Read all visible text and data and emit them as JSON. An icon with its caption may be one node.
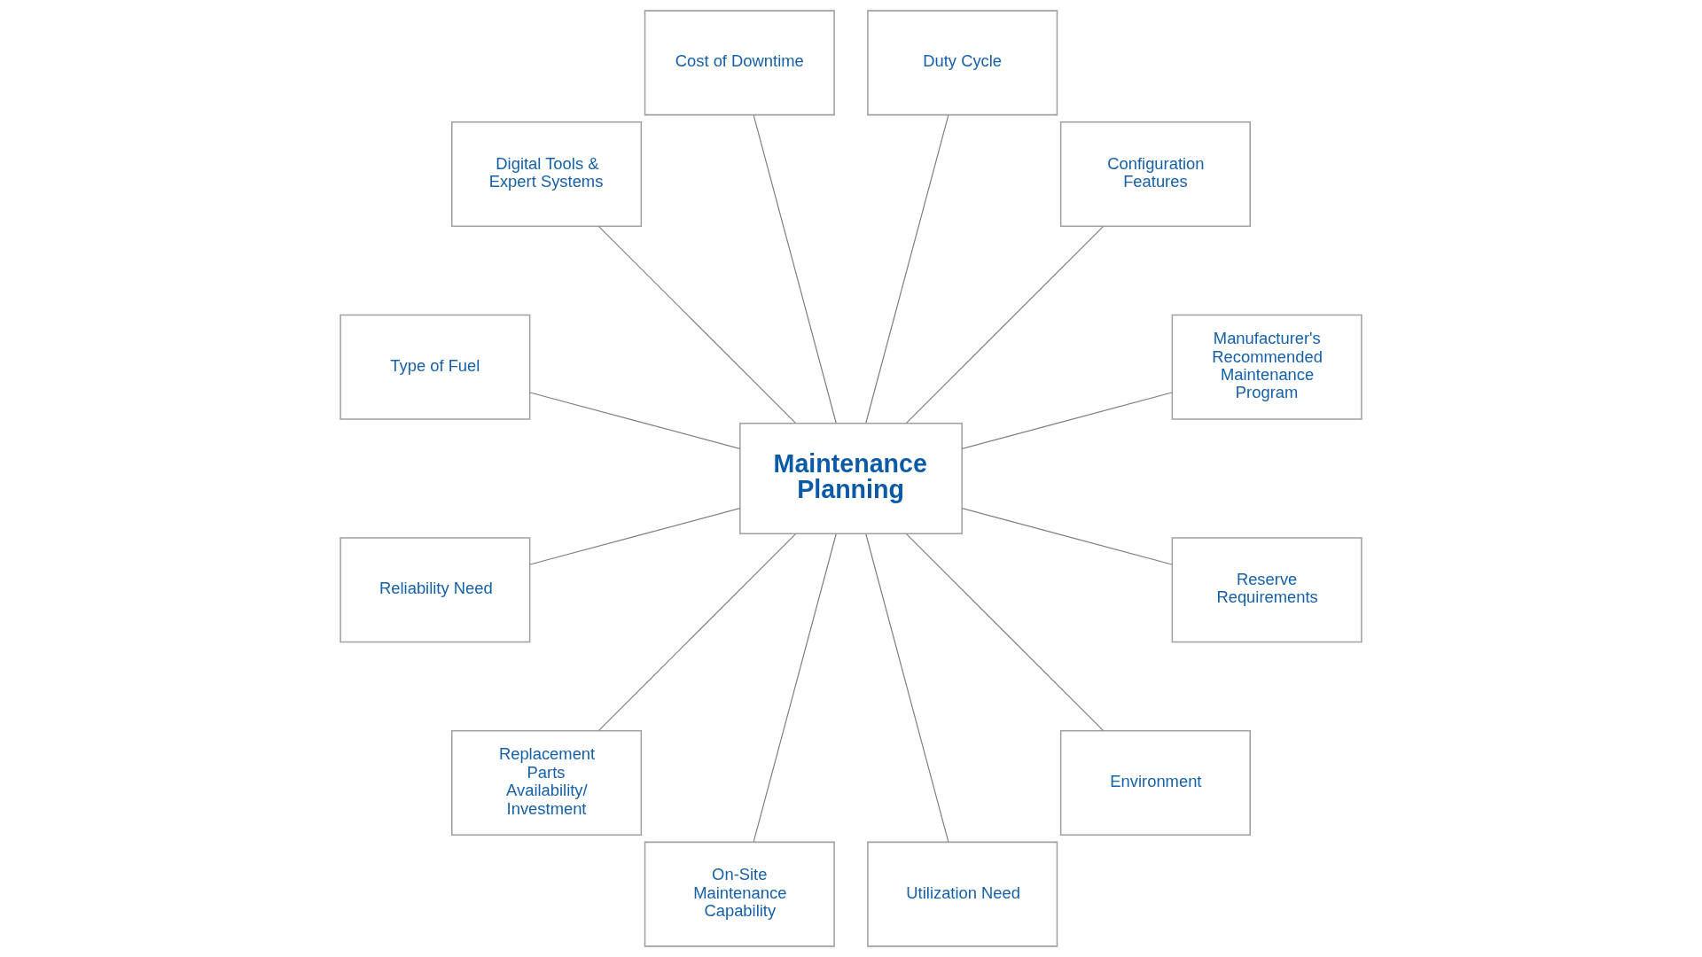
{
  "diagram": {
    "nodes": [
      {
        "text": [
          "Manufacturer's Recommended Maintenance Program"
        ]
      },
      {
        "text": [
          "Configuration Features"
        ]
      },
      {
        "text": [
          "Duty Cycle"
        ]
      },
      {
        "text": [
          "Cost of Downtime"
        ]
      },
      {
        "text": [
          "Digital Tools & Expert Systems"
        ]
      },
      {
        "text": [
          "Maintenance Planning"
        ]
      },
      {
        "text": [
          "Type of Fuel"
        ]
      },
      {
        "text": [
          "Reliability Need"
        ]
      },
      {
        "text": [
          "Replacement Parts Availability/ Investment"
        ]
      },
      {
        "text": [
          "On-Site Maintenance Capability"
        ]
      },
      {
        "text": [
          "Utilization Need"
        ]
      },
      {
        "text": [
          "Environment"
        ]
      },
      {
        "text": [
          "Reserve Requirements"
        ]
      }
    ],
    "edges": [
      {
        "from": 5,
        "to": 0,
        "arrow": "none"
      },
      {
        "from": 5,
        "to": 1,
        "arrow": "none"
      },
      {
        "from": 5,
        "to": 2,
        "arrow": "none"
      },
      {
        "from": 5,
        "to": 3,
        "arrow": "none"
      },
      {
        "from": 5,
        "to": 4,
        "arrow": "none"
      },
      {
        "from": 5,
        "to": 6,
        "arrow": "none"
      },
      {
        "from": 5,
        "to": 7,
        "arrow": "none"
      },
      {
        "from": 5,
        "to": 8,
        "arrow": "none"
      },
      {
        "from": 5,
        "to": 9,
        "arrow": "none"
      },
      {
        "from": 5,
        "to": 10,
        "arrow": "none"
      },
      {
        "from": 5,
        "to": 11,
        "arrow": "none"
      },
      {
        "from": 5,
        "to": 12,
        "arrow": "none"
      }
    ]
  }
}
